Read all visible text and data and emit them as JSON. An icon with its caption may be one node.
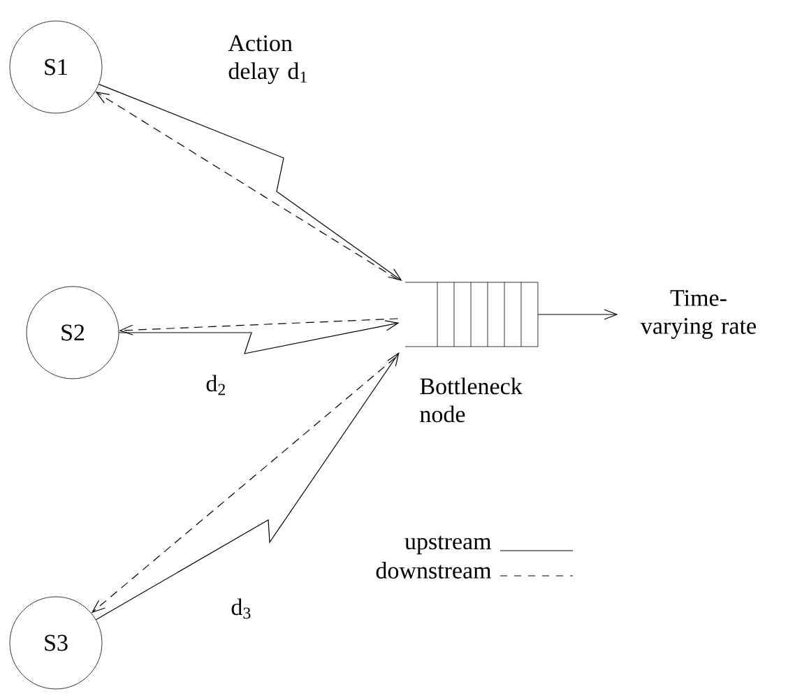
{
  "diagram": {
    "nodes": [
      {
        "text": [
          "S1"
        ]
      },
      {
        "text": [
          "S2"
        ]
      },
      {
        "text": [
          "S3"
        ]
      },
      {
        "text": [
          "Bottleneck node"
        ]
      },
      {
        "text": [
          "Time-varying rate"
        ]
      }
    ],
    "edges": [
      {
        "from": 0,
        "to": 3,
        "arrow": "to",
        "label": "Action delay d$_{1}$"
      },
      {
        "from": 3,
        "to": 0,
        "arrow": "to",
        "style": "dashed"
      },
      {
        "from": 1,
        "to": 3,
        "arrow": "to",
        "label": "d$_{2}$"
      },
      {
        "from": 3,
        "to": 1,
        "arrow": "to",
        "style": "dashed"
      },
      {
        "from": 2,
        "to": 3,
        "arrow": "to",
        "label": "d$_{3}$"
      },
      {
        "from": 3,
        "to": 2,
        "arrow": "to",
        "style": "dashed"
      },
      {
        "from": 3,
        "to": 4,
        "arrow": "to"
      }
    ],
    "legend": [
      {
        "text": "upstream"
      },
      {
        "text": "downstream"
      }
    ]
  }
}
